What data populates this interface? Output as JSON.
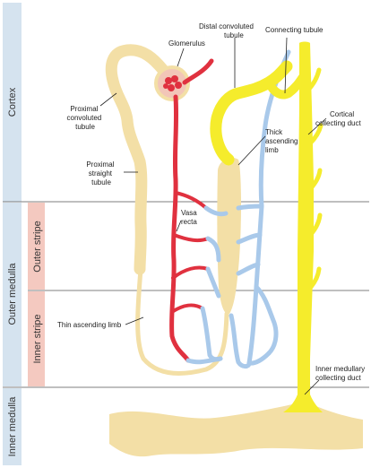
{
  "zones": {
    "cortex": "Cortex",
    "outer_medulla": "Outer medulla",
    "outer_stripe": "Outer stripe",
    "inner_stripe": "Inner stripe",
    "inner_medulla": "Inner medulla"
  },
  "labels": {
    "glomerulus": "Glomerulus",
    "distal_convoluted_tubule": [
      "Distal convoluted",
      "tubule"
    ],
    "connecting_tubule": "Connecting tubule",
    "proximal_convoluted_tubule": [
      "Proximal",
      "convoluted",
      "tubule"
    ],
    "thick_ascending_limb": [
      "Thick",
      "ascending",
      "limb"
    ],
    "cortical_collecting_duct": [
      "Cortical",
      "collecting duct"
    ],
    "proximal_straight_tubule": [
      "Proximal",
      "straight",
      "tubule"
    ],
    "vasa_recta": [
      "Vasa",
      "recta"
    ],
    "thin_ascending_limb": "Thin ascending limb",
    "inner_medullary_collecting_duct": [
      "Inner medullary",
      "collecting duct"
    ]
  },
  "colors": {
    "zone_band": "#d5e3ef",
    "stripe_band": "#f4c9c0",
    "tubule": "#f3dfa6",
    "artery": "#e0313f",
    "vein": "#a9c9ea",
    "collecting_duct": "#f5ec2c",
    "glomerulus_capsule": "#f2c6b8"
  }
}
